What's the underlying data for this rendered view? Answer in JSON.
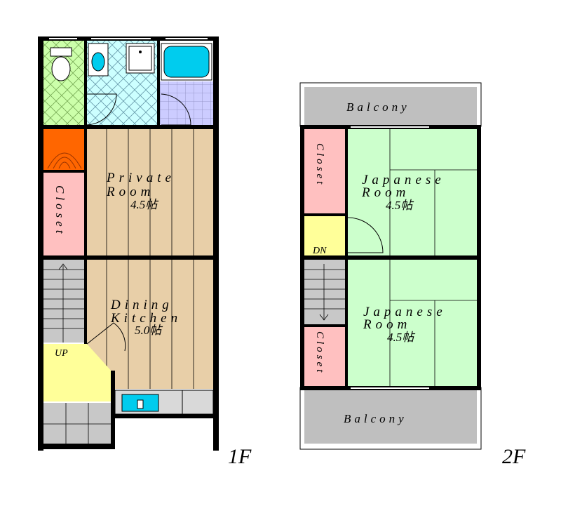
{
  "floor1": {
    "floor_label": "1F",
    "private_room": {
      "name_line1": "Private",
      "name_line2": "Room",
      "size": "4.5帖"
    },
    "closet_label": "Closet",
    "dining_kitchen": {
      "name_line1": "Dining",
      "name_line2": "Kitchen",
      "size": "5.0帖"
    },
    "stair_label": "UP"
  },
  "floor2": {
    "floor_label": "2F",
    "balcony_top_label": "Balcony",
    "balcony_bottom_label": "Balcony",
    "closet_top_label": "Closet",
    "closet_bottom_label": "Closet",
    "japanese_room_top": {
      "name_line1": "Japanese",
      "name_line2": "Room",
      "size": "4.5帖"
    },
    "japanese_room_bottom": {
      "name_line1": "Japanese",
      "name_line2": "Room",
      "size": "4.5帖"
    },
    "stair_label": "DN"
  },
  "colors": {
    "wall": "#000000",
    "tatami": "#ccffcc",
    "wood_floor": "#e8cfa8",
    "closet": "#ffc0c0",
    "toilet_floor": "#ccffaa",
    "bath_floor": "#ccccff",
    "washroom_floor": "#ccffff",
    "entrance": "#ffff99",
    "balcony": "#bfbfbf",
    "stairs": "#c8c8c8",
    "fixture": "#00ccee",
    "orange": "#ff6600"
  }
}
